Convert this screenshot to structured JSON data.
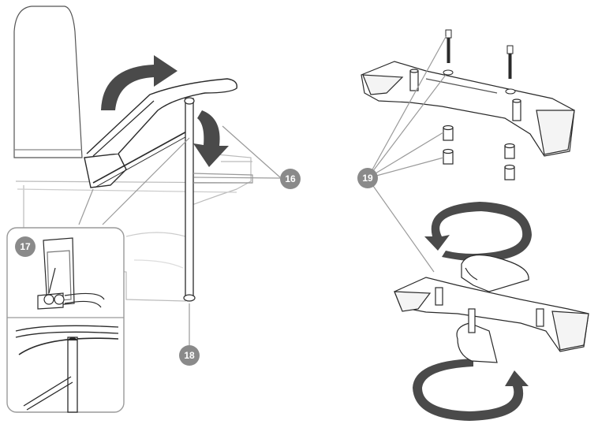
{
  "callouts": {
    "c16": "16",
    "c17": "17",
    "c18": "18",
    "c19": "19"
  },
  "colors": {
    "callout_fill": "#8a8a8a",
    "arrow_fill": "#4a4a4a",
    "line": "#2a2a2a",
    "light_line": "#9a9a9a"
  }
}
